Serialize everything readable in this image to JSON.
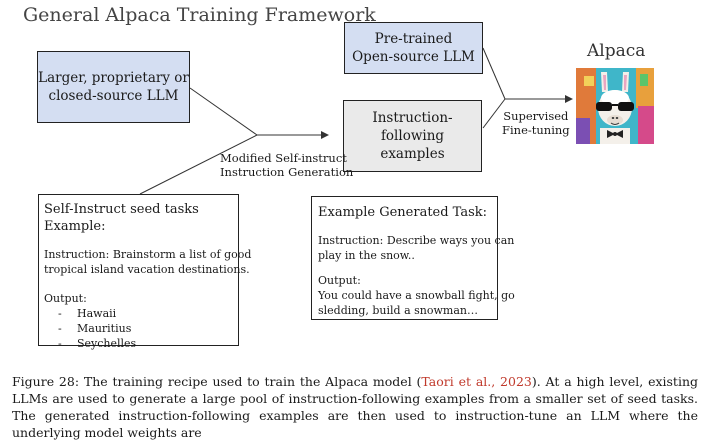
{
  "title": "General Alpaca Training Framework",
  "boxes": {
    "llm": [
      "Larger, proprietary or",
      "closed-source LLM"
    ],
    "pretrained": [
      "Pre-trained",
      "Open-source LLM"
    ],
    "examples": [
      "Instruction-following",
      "examples"
    ]
  },
  "labels": {
    "selfinstruct": [
      "Modified Self-instruct",
      "Instruction Generation"
    ],
    "finetune": [
      "Supervised",
      "Fine-tuning"
    ]
  },
  "alpaca": {
    "label": "Alpaca",
    "image_icon": "alpaca-sunglasses-image"
  },
  "seed_tasks": {
    "heading": [
      "Self-Instruct seed tasks",
      "Example:"
    ],
    "instruction": [
      "Instruction: Brainstorm a list of good",
      "tropical island vacation destinations."
    ],
    "output_label": "Output:",
    "items": [
      "Hawaii",
      "Mauritius",
      "Seychelles"
    ],
    "bullet": "-"
  },
  "generated_task": {
    "heading": "Example Generated Task:",
    "instruction": [
      "Instruction: Describe ways you can",
      "play in the snow.."
    ],
    "output_label": "Output:",
    "output": [
      "You could have a snowball fight, go",
      "sledding, build a snowman…"
    ]
  },
  "caption": {
    "prefix": "Figure 28: The training recipe used to train the Alpaca model (",
    "ref_name": "Taori et al., ",
    "ref_year": "2023",
    "suffix": "). At a high level, existing LLMs are used to generate a large pool of instruction-following examples from a smaller set of seed tasks. The generated instruction-following examples are then used to instruction-tune an LLM where the underlying model weights are"
  }
}
